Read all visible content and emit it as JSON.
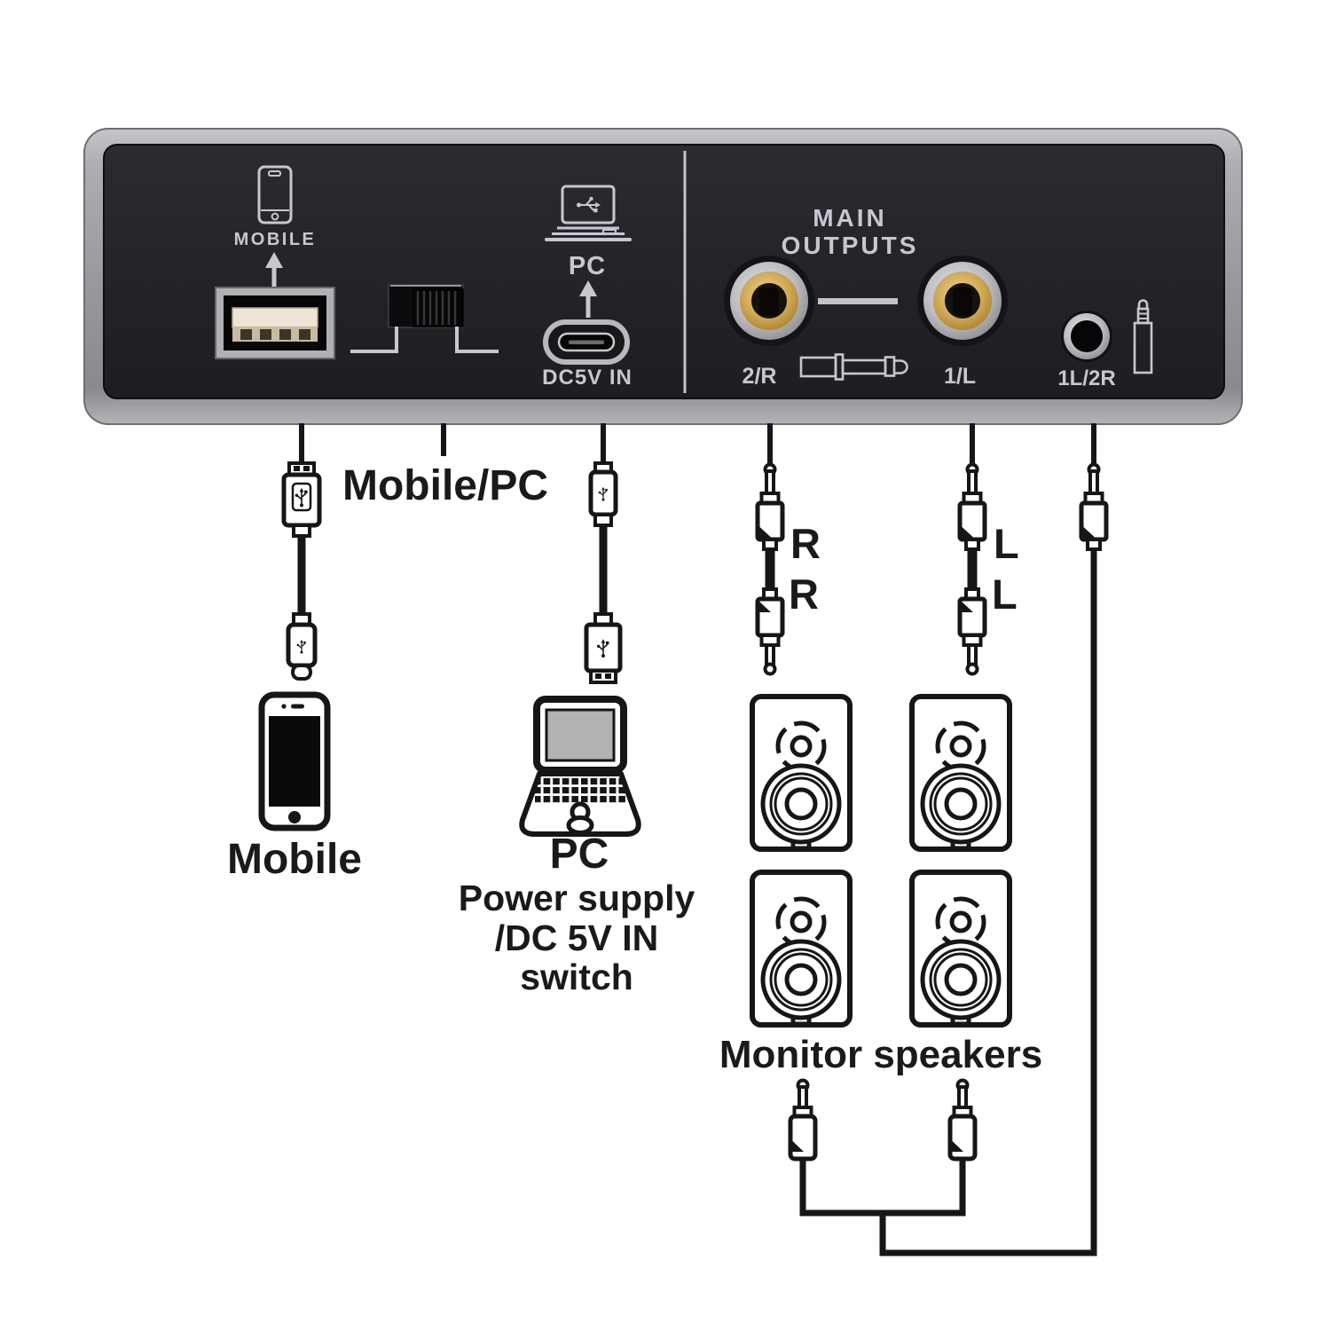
{
  "panel": {
    "mobile_port_label": "MOBILE",
    "pc_label": "PC",
    "dc_in_label": "DC5V IN",
    "main_outputs": [
      "MAIN",
      "OUTPUTS"
    ],
    "jack_labels": {
      "right": "2/R",
      "left": "1/L",
      "phones": "1L/2R"
    }
  },
  "diagram": {
    "switch_cable_label": "Mobile/PC",
    "right_plug_labels": [
      "R",
      "R"
    ],
    "left_plug_labels": [
      "L",
      "L"
    ],
    "mobile_device_label": "Mobile",
    "pc_device_label": "PC",
    "pc_sub_labels": [
      "Power supply",
      "/DC 5V IN",
      "switch"
    ],
    "speakers_label": "Monitor speakers"
  },
  "colors": {
    "background": "#ffffff",
    "frame_silver": "#a6a6aa",
    "panel_face": "#242428",
    "panel_label": "#c7c7d1",
    "jack_gold": "#c9a050",
    "usb_tongue_beige": "#e9e1d2",
    "diagram_ink": "#1a1a1a"
  }
}
